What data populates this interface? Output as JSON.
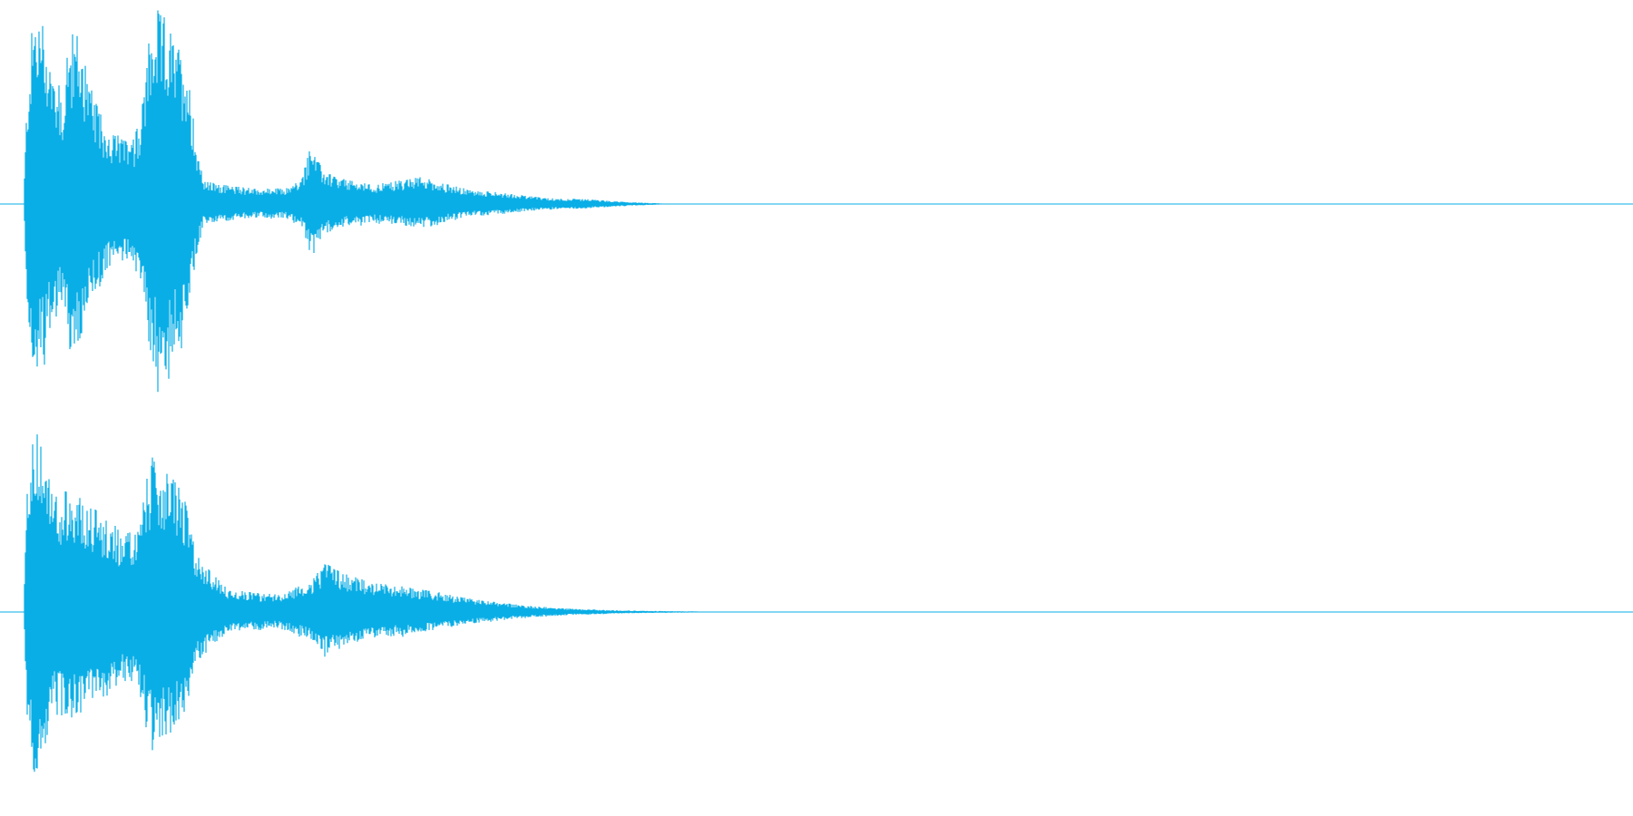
{
  "waveform": {
    "color": "#0aaee6",
    "background": "#ffffff",
    "channels": [
      {
        "name": "channel-1",
        "envelope": [
          [
            0.0,
            0.0
          ],
          [
            0.002,
            0.55
          ],
          [
            0.006,
            1.0
          ],
          [
            0.012,
            0.95
          ],
          [
            0.018,
            0.7
          ],
          [
            0.024,
            0.55
          ],
          [
            0.028,
            0.85
          ],
          [
            0.033,
            0.9
          ],
          [
            0.038,
            0.7
          ],
          [
            0.043,
            0.55
          ],
          [
            0.05,
            0.4
          ],
          [
            0.058,
            0.35
          ],
          [
            0.066,
            0.3
          ],
          [
            0.072,
            0.45
          ],
          [
            0.077,
            0.85
          ],
          [
            0.082,
            1.0
          ],
          [
            0.088,
            0.95
          ],
          [
            0.094,
            0.8
          ],
          [
            0.1,
            0.75
          ],
          [
            0.105,
            0.35
          ],
          [
            0.11,
            0.12
          ],
          [
            0.12,
            0.1
          ],
          [
            0.14,
            0.08
          ],
          [
            0.16,
            0.08
          ],
          [
            0.17,
            0.12
          ],
          [
            0.176,
            0.3
          ],
          [
            0.183,
            0.18
          ],
          [
            0.19,
            0.14
          ],
          [
            0.2,
            0.12
          ],
          [
            0.215,
            0.1
          ],
          [
            0.23,
            0.12
          ],
          [
            0.245,
            0.14
          ],
          [
            0.26,
            0.1
          ],
          [
            0.275,
            0.07
          ],
          [
            0.29,
            0.06
          ],
          [
            0.3,
            0.05
          ],
          [
            0.32,
            0.03
          ],
          [
            0.345,
            0.025
          ],
          [
            0.37,
            0.01
          ],
          [
            0.385,
            0.005
          ],
          [
            0.4,
            0.0
          ]
        ]
      },
      {
        "name": "channel-2",
        "envelope": [
          [
            0.0,
            0.0
          ],
          [
            0.002,
            0.6
          ],
          [
            0.006,
            1.0
          ],
          [
            0.012,
            0.8
          ],
          [
            0.018,
            0.6
          ],
          [
            0.025,
            0.62
          ],
          [
            0.032,
            0.6
          ],
          [
            0.04,
            0.55
          ],
          [
            0.048,
            0.5
          ],
          [
            0.055,
            0.45
          ],
          [
            0.062,
            0.4
          ],
          [
            0.07,
            0.42
          ],
          [
            0.078,
            0.8
          ],
          [
            0.084,
            0.75
          ],
          [
            0.09,
            0.7
          ],
          [
            0.098,
            0.6
          ],
          [
            0.106,
            0.3
          ],
          [
            0.115,
            0.2
          ],
          [
            0.125,
            0.12
          ],
          [
            0.14,
            0.1
          ],
          [
            0.155,
            0.09
          ],
          [
            0.165,
            0.12
          ],
          [
            0.175,
            0.15
          ],
          [
            0.185,
            0.25
          ],
          [
            0.195,
            0.2
          ],
          [
            0.21,
            0.16
          ],
          [
            0.225,
            0.14
          ],
          [
            0.24,
            0.12
          ],
          [
            0.255,
            0.1
          ],
          [
            0.265,
            0.08
          ],
          [
            0.28,
            0.06
          ],
          [
            0.3,
            0.04
          ],
          [
            0.32,
            0.025
          ],
          [
            0.34,
            0.015
          ],
          [
            0.36,
            0.01
          ],
          [
            0.38,
            0.006
          ],
          [
            0.4,
            0.004
          ],
          [
            0.42,
            0.002
          ],
          [
            0.44,
            0.0
          ]
        ]
      }
    ]
  }
}
